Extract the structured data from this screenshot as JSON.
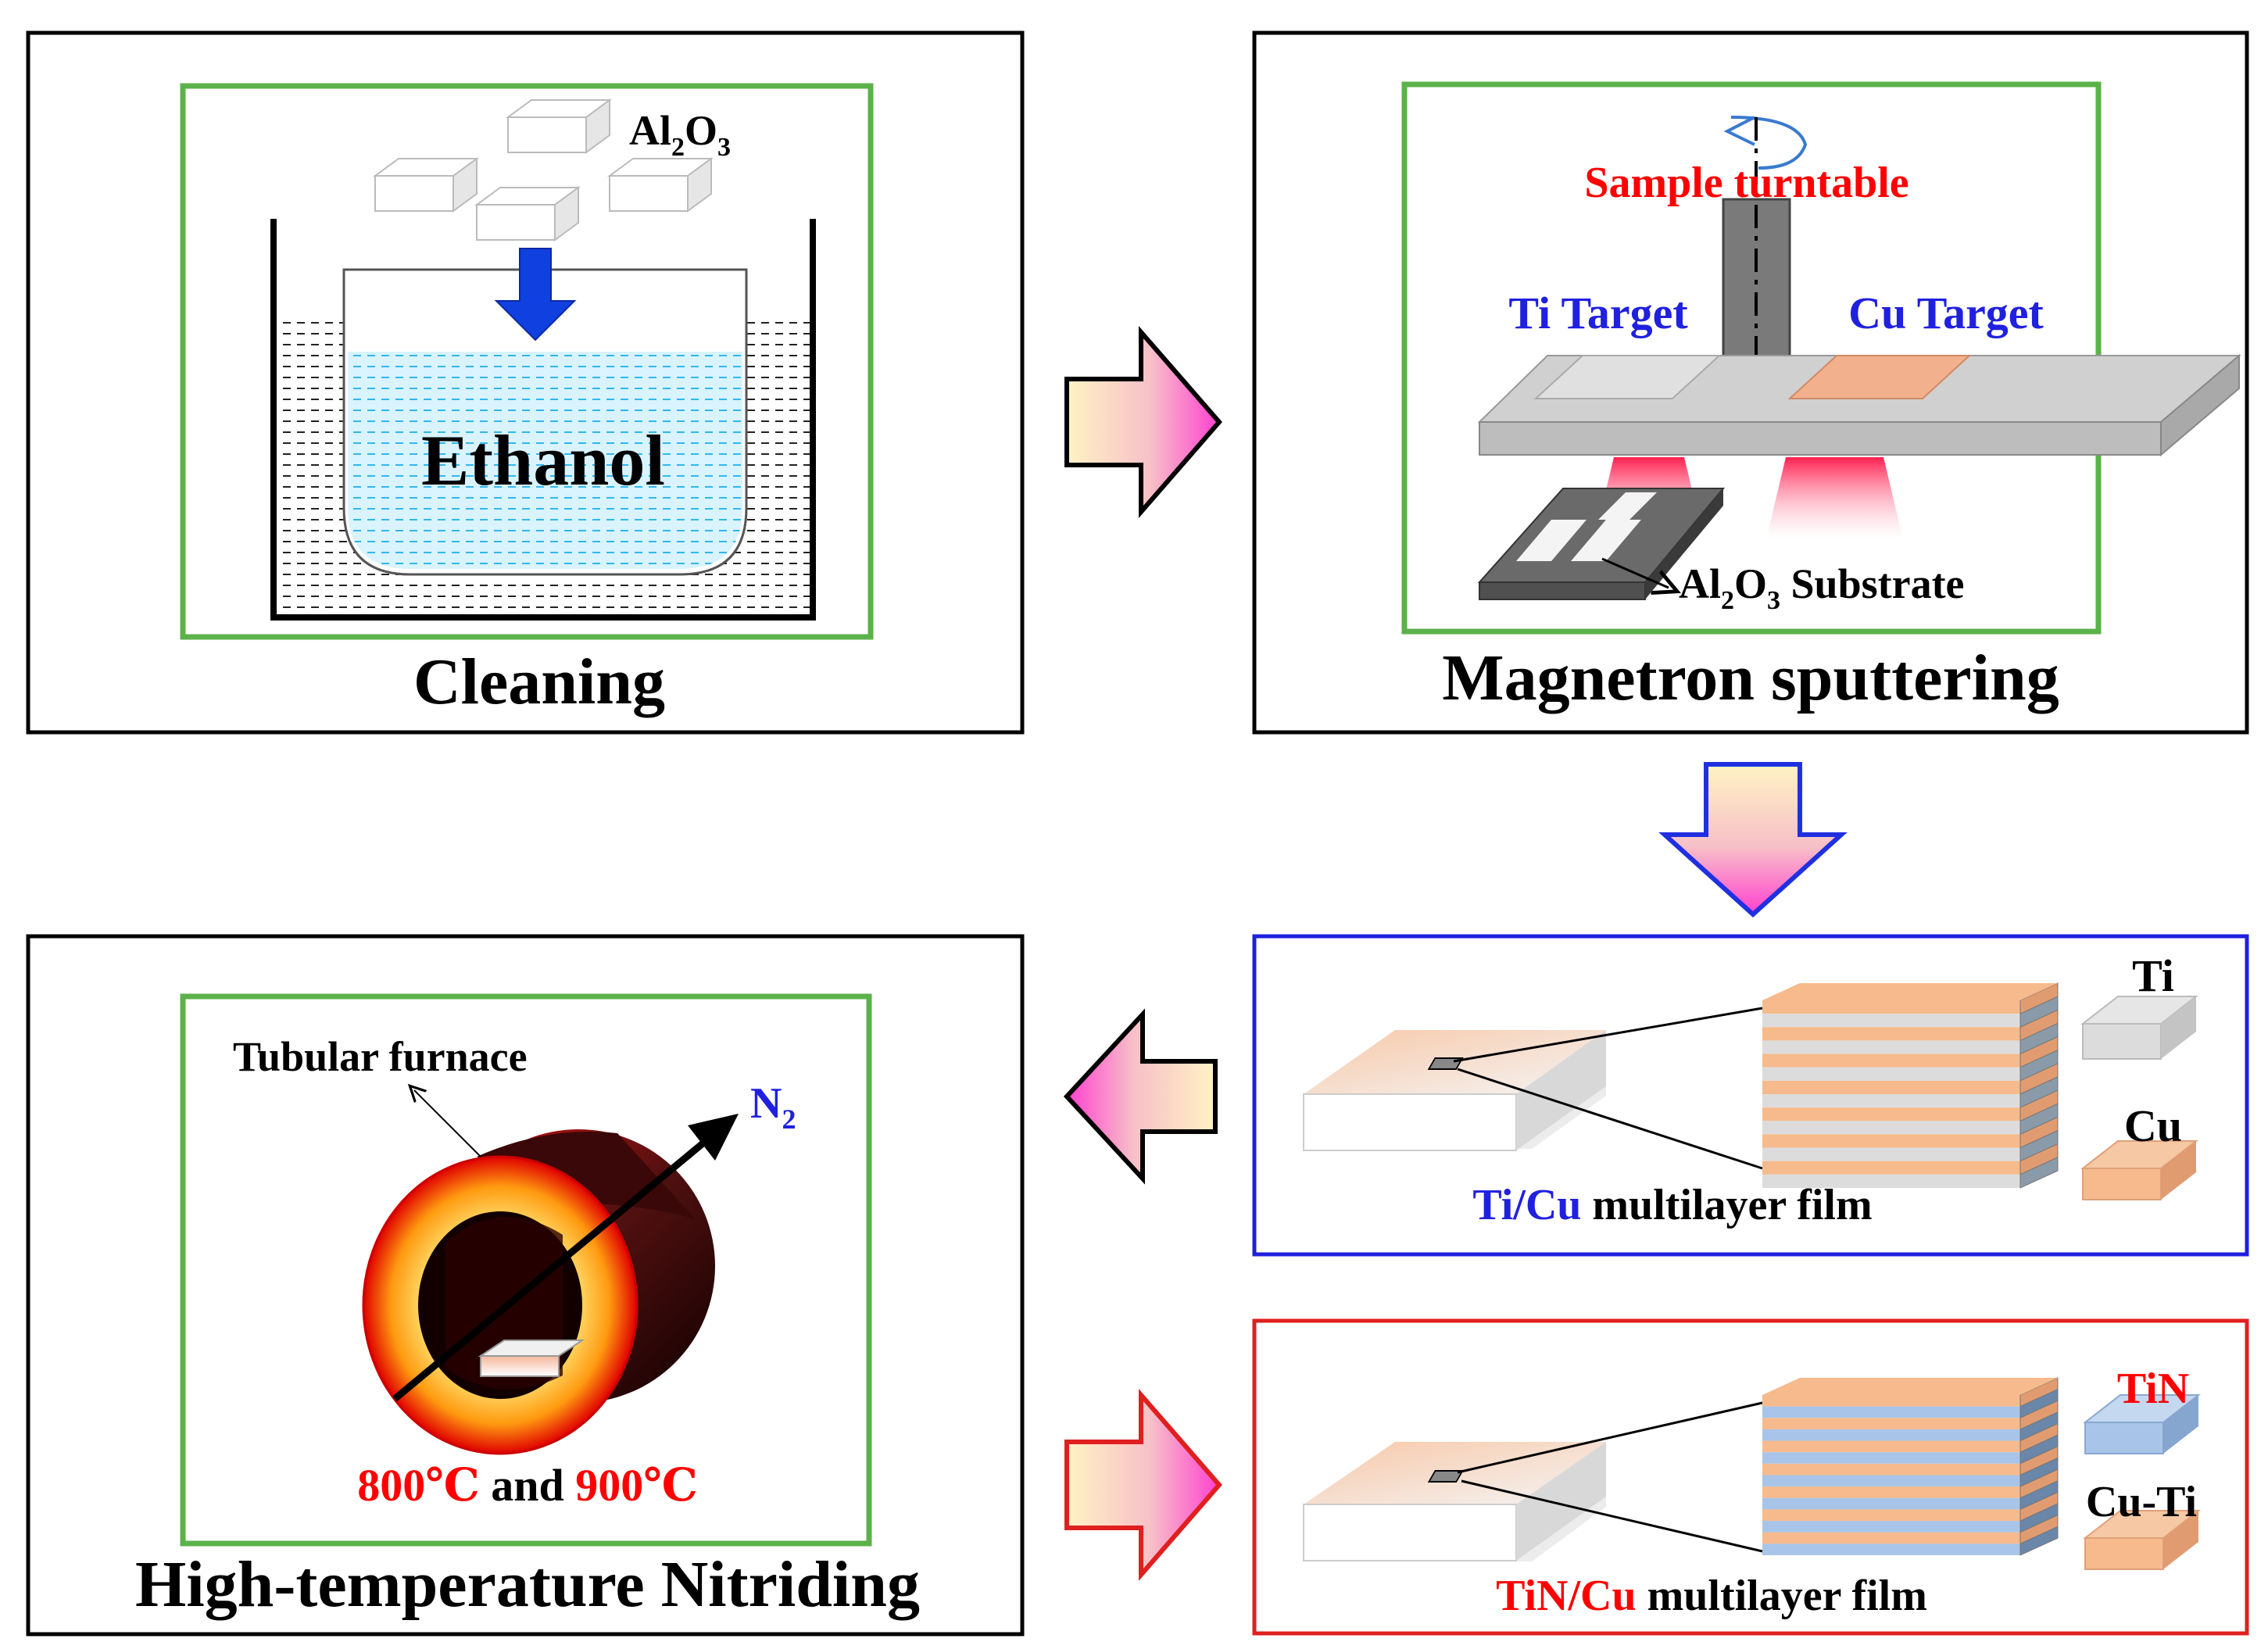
{
  "panels": {
    "cleaning": {
      "title": "Cleaning",
      "ethanol_label": "Ethanol",
      "substrate_label": {
        "base": "Al",
        "sub1": "2",
        "mid": "O",
        "sub2": "3"
      }
    },
    "sputtering": {
      "title": "Magnetron sputtering",
      "turntable_label": "Sample turntable",
      "ti_target_label": "Ti Target",
      "cu_target_label": "Cu Target",
      "substrate_label": {
        "base": "Al",
        "sub1": "2",
        "mid": "O",
        "sub2": "3",
        "suffix": " Substrate"
      }
    },
    "multilayer": {
      "caption_colored": "Ti/Cu",
      "caption_rest": " multilayer film",
      "legend_ti": "Ti",
      "legend_cu": "Cu"
    },
    "nitrided": {
      "caption_colored": "TiN/Cu",
      "caption_rest": " multilayer film",
      "legend_tin": "TiN",
      "legend_cuti": "Cu-Ti"
    },
    "nitriding": {
      "title": "High-temperature Nitriding",
      "furnace_label": "Tubular furnace",
      "gas_label": {
        "base": "N",
        "sub": "2"
      },
      "temp_1": "800℃",
      "temp_joiner": " and ",
      "temp_2": "900℃"
    }
  },
  "colors": {
    "green_frame": "#5bb24a",
    "blue_frame": "#1f1fe0",
    "red_frame": "#e01f1f",
    "red_text": "#ff0000",
    "blue_text": "#2020e0",
    "copper": "#f6ba8c",
    "titanium": "#dcdcdc",
    "tin": "#a8c4e8"
  }
}
